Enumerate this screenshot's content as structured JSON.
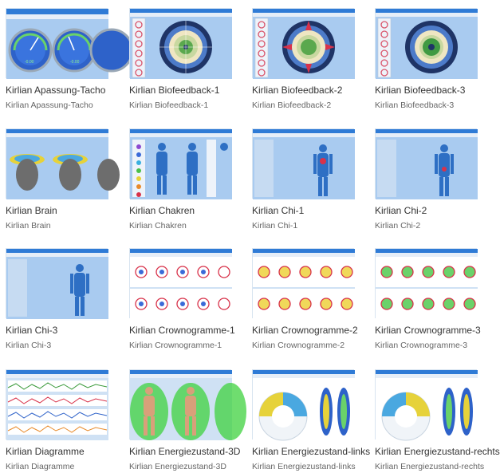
{
  "gallery": {
    "items": [
      {
        "title": "Kirlian Apassung-Tacho",
        "subtitle": "Kirlian Apassung-Tacho",
        "preview": "gauges-icon"
      },
      {
        "title": "Kirlian Biofeedback-1",
        "subtitle": "Kirlian Biofeedback-1",
        "preview": "mandala-icon"
      },
      {
        "title": "Kirlian Biofeedback-2",
        "subtitle": "Kirlian Biofeedback-2",
        "preview": "mandala-icon"
      },
      {
        "title": "Kirlian Biofeedback-3",
        "subtitle": "Kirlian Biofeedback-3",
        "preview": "mandala-icon"
      },
      {
        "title": "Kirlian Brain",
        "subtitle": "Kirlian Brain",
        "preview": "head-icon"
      },
      {
        "title": "Kirlian Chakren",
        "subtitle": "Kirlian Chakren",
        "preview": "chakra-body-icon"
      },
      {
        "title": "Kirlian Chi-1",
        "subtitle": "Kirlian Chi-1",
        "preview": "body-icon"
      },
      {
        "title": "Kirlian Chi-2",
        "subtitle": "Kirlian Chi-2",
        "preview": "body-icon"
      },
      {
        "title": "Kirlian Chi-3",
        "subtitle": "Kirlian Chi-3",
        "preview": "body-icon"
      },
      {
        "title": "Kirlian Crownogramme-1",
        "subtitle": "Kirlian Crownogramme-1",
        "preview": "crown-grid-icon"
      },
      {
        "title": "Kirlian Crownogramme-2",
        "subtitle": "Kirlian Crownogramme-2",
        "preview": "crown-grid-icon"
      },
      {
        "title": "Kirlian Crownogramme-3",
        "subtitle": "Kirlian Crownogramme-3",
        "preview": "crown-grid-icon"
      },
      {
        "title": "Kirlian Diagramme",
        "subtitle": "Kirlian Diagramme",
        "preview": "chart-icon"
      },
      {
        "title": "Kirlian Energiezustand-3D",
        "subtitle": "Kirlian Energiezustand-3D",
        "preview": "3d-body-icon"
      },
      {
        "title": "Kirlian Energiezustand-links",
        "subtitle": "Kirlian Energiezustand-links",
        "preview": "energy-wheel-icon"
      },
      {
        "title": "Kirlian Energiezustand-rechts",
        "subtitle": "Kirlian Energiezustand-rechts",
        "preview": "energy-wheel-icon"
      }
    ]
  },
  "colors": {
    "app_bg": "#a9cbf0",
    "toolbar": "#e6eef8",
    "titlebar": "#2f7bd6",
    "title_text": "#333333",
    "subtitle_text": "#666666"
  }
}
